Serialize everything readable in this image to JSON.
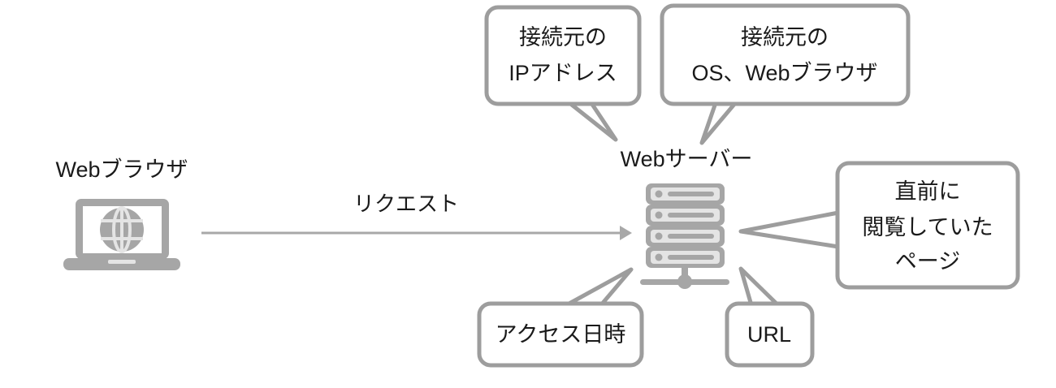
{
  "diagram": {
    "title_text": "Web server access log information diagram",
    "background_color": "#ffffff",
    "accent_gray": "#9d9d9d",
    "icon_gray": "#a6a6a6",
    "icon_light_gray": "#e4e4e4",
    "text_color": "#1a1a1a"
  },
  "nodes": {
    "browser": {
      "label": "Webブラウザ",
      "icon": "laptop-globe-icon"
    },
    "server": {
      "label": "Webサーバー",
      "icon": "server-rack-icon"
    }
  },
  "edges": {
    "request": {
      "label": "リクエスト",
      "direction": "browser-to-server",
      "icon": "arrow-right-icon"
    }
  },
  "callouts": [
    {
      "id": "source-ip",
      "lines": [
        "接続元の",
        "IPアドレス"
      ],
      "position": "top-left-of-server",
      "tail_direction": "down-right"
    },
    {
      "id": "source-os-browser",
      "lines": [
        "接続元の",
        "OS、Webブラウザ"
      ],
      "position": "top-right-of-server",
      "tail_direction": "down-left"
    },
    {
      "id": "referrer-page",
      "lines": [
        "直前に",
        "閲覧していた",
        "ページ"
      ],
      "position": "right-of-server",
      "tail_direction": "left"
    },
    {
      "id": "access-datetime",
      "lines": [
        "アクセス日時"
      ],
      "position": "bottom-left-of-server",
      "tail_direction": "up-right"
    },
    {
      "id": "url",
      "lines": [
        "URL"
      ],
      "position": "bottom-right-of-server",
      "tail_direction": "up-left"
    }
  ]
}
